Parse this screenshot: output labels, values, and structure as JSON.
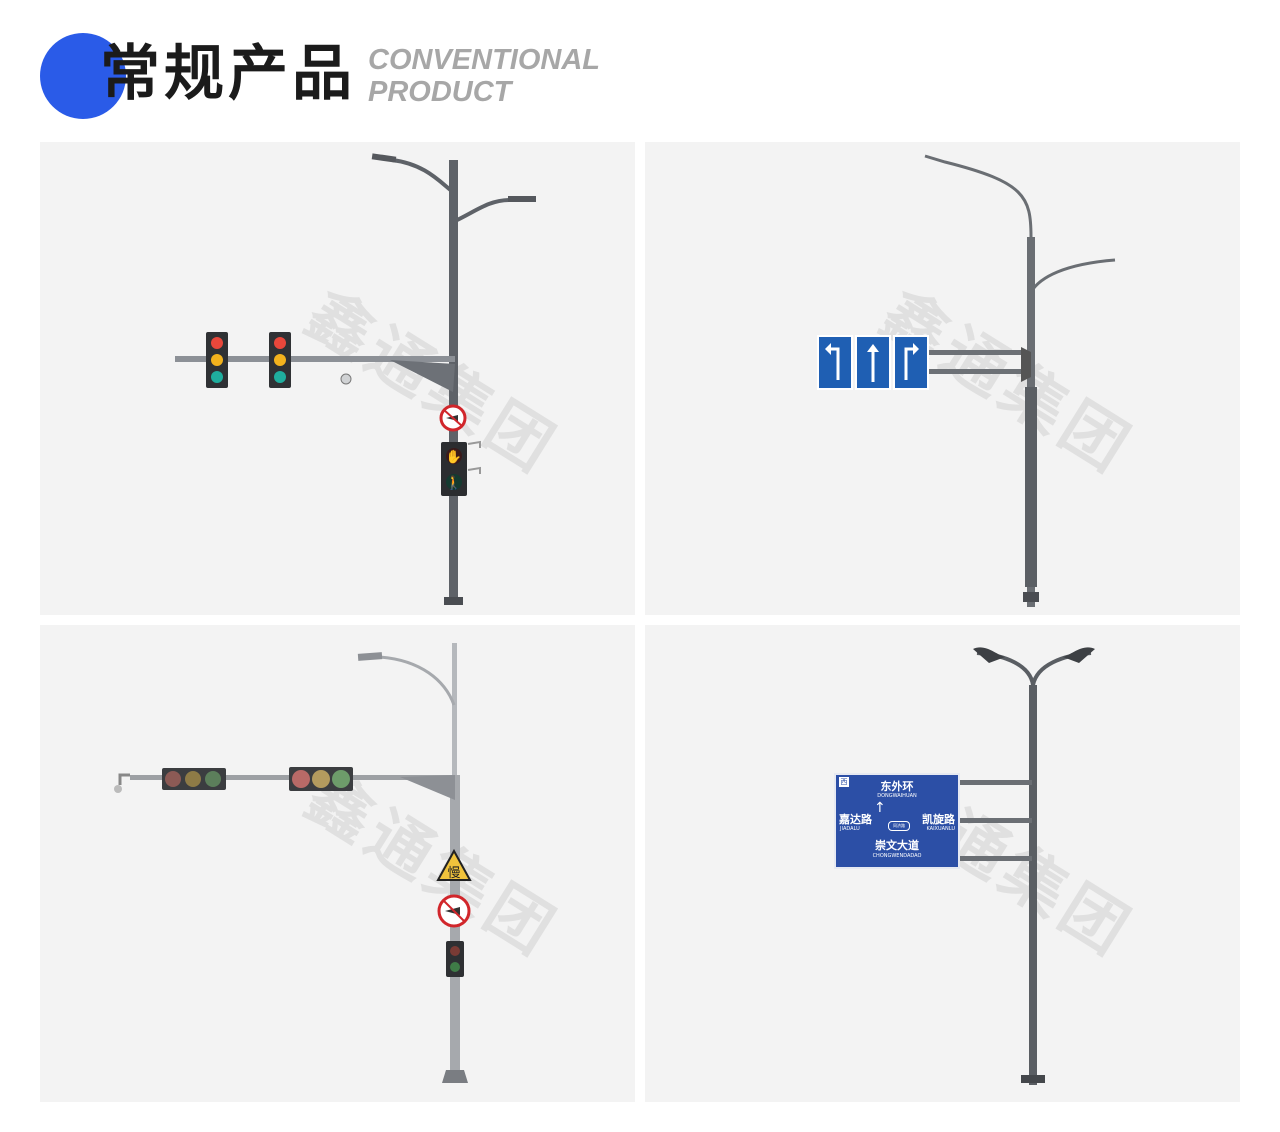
{
  "header": {
    "title_cn": "常规产品",
    "title_en_line1": "CONVENTIONAL",
    "title_en_line2": "PRODUCT",
    "accent_color": "#2a5be8"
  },
  "watermark": "鑫通集团",
  "products": [
    {
      "id": "signal-pole-1",
      "signs": [
        "no-honk"
      ]
    },
    {
      "id": "sign-pole-arrows",
      "signs": [
        "left-arrow",
        "straight-arrow",
        "right-arrow"
      ]
    },
    {
      "id": "signal-pole-2",
      "signs": [
        "慢",
        "no-honk"
      ]
    },
    {
      "id": "guide-sign-pole",
      "guide_sign": {
        "corner": "西",
        "top_cn": "东外环",
        "top_en": "DONGWAIHUAN",
        "left_cn": "嘉达路",
        "left_en": "JIADALU",
        "right_cn": "凯旋路",
        "right_en": "KAIXUANLU",
        "bottom_cn": "崇文大道",
        "bottom_en": "CHONGWENDADAO",
        "center": "同济路"
      }
    }
  ]
}
